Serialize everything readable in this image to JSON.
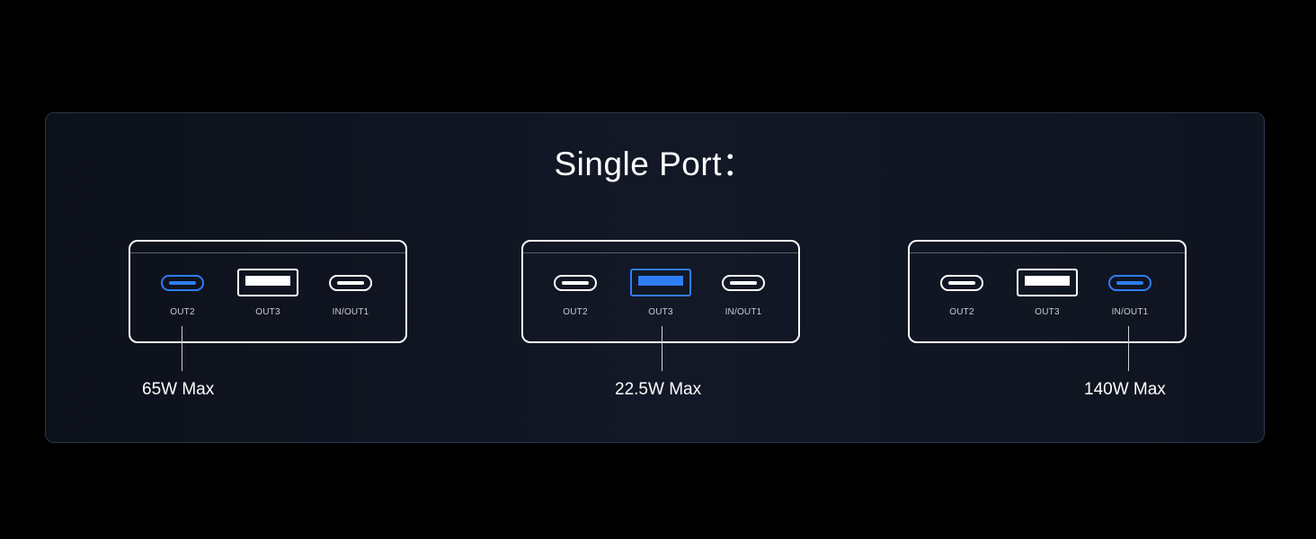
{
  "title": "Single Port：",
  "groups": [
    {
      "ports": [
        {
          "label": "OUT2",
          "type": "usb-c",
          "active": true
        },
        {
          "label": "OUT3",
          "type": "usb-a",
          "active": false
        },
        {
          "label": "IN/OUT1",
          "type": "usb-c",
          "active": false
        }
      ],
      "output_label": "65W Max"
    },
    {
      "ports": [
        {
          "label": "OUT2",
          "type": "usb-c",
          "active": false
        },
        {
          "label": "OUT3",
          "type": "usb-a",
          "active": true
        },
        {
          "label": "IN/OUT1",
          "type": "usb-c",
          "active": false
        }
      ],
      "output_label": "22.5W Max"
    },
    {
      "ports": [
        {
          "label": "OUT2",
          "type": "usb-c",
          "active": false
        },
        {
          "label": "OUT3",
          "type": "usb-a",
          "active": false
        },
        {
          "label": "IN/OUT1",
          "type": "usb-c",
          "active": true
        }
      ],
      "output_label": "140W Max"
    }
  ],
  "colors": {
    "active_port": "#2f7df6",
    "inactive_port": "#ffffff",
    "panel_border": "#2e3448",
    "background": "#000000"
  }
}
